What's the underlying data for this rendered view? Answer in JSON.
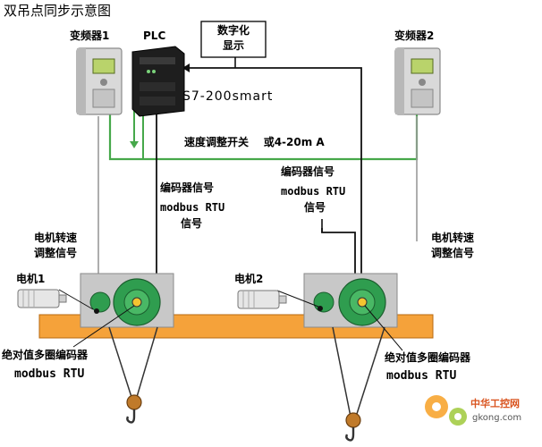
{
  "title": "双吊点同步示意图",
  "vfd1": {
    "label": "变频器1"
  },
  "vfd2": {
    "label": "变频器2"
  },
  "plc": {
    "label": "PLC",
    "model": "S7-200smart"
  },
  "display": {
    "line1": "数字化",
    "line2": "显示"
  },
  "speed_signal": "速度调整开关    或4-20m A",
  "encoder_signal_left": {
    "line1": "编码器信号",
    "line2": "modbus RTU",
    "line3": "信号"
  },
  "encoder_signal_right": {
    "line1": "编码器信号",
    "line2": "modbus RTU",
    "line3": "信号"
  },
  "motor_speed_left": {
    "line1": "电机转速",
    "line2": "调整信号"
  },
  "motor_speed_right": {
    "line1": "电机转速",
    "line2": "调整信号"
  },
  "motor1": {
    "label": "电机1"
  },
  "motor2": {
    "label": "电机2"
  },
  "encoder_left": {
    "line1": "绝对值多圈编码器",
    "line2": "modbus RTU"
  },
  "encoder_right": {
    "line1": "绝对值多圈编码器",
    "line2": "modbus RTU"
  },
  "watermark": {
    "text": "中华工控网",
    "url": "gkong.com"
  },
  "colors": {
    "beam": "#f5a23a",
    "hoist_box": "#c8c8c8",
    "drum": "#2f9d4f",
    "signal_green": "#46a84a",
    "wire_gray": "#9a9a9a",
    "wire_black": "#111111",
    "vfd_body": "#d9d9d9",
    "plc_body": "#1e1e1e",
    "hook": "#c07a2a"
  }
}
